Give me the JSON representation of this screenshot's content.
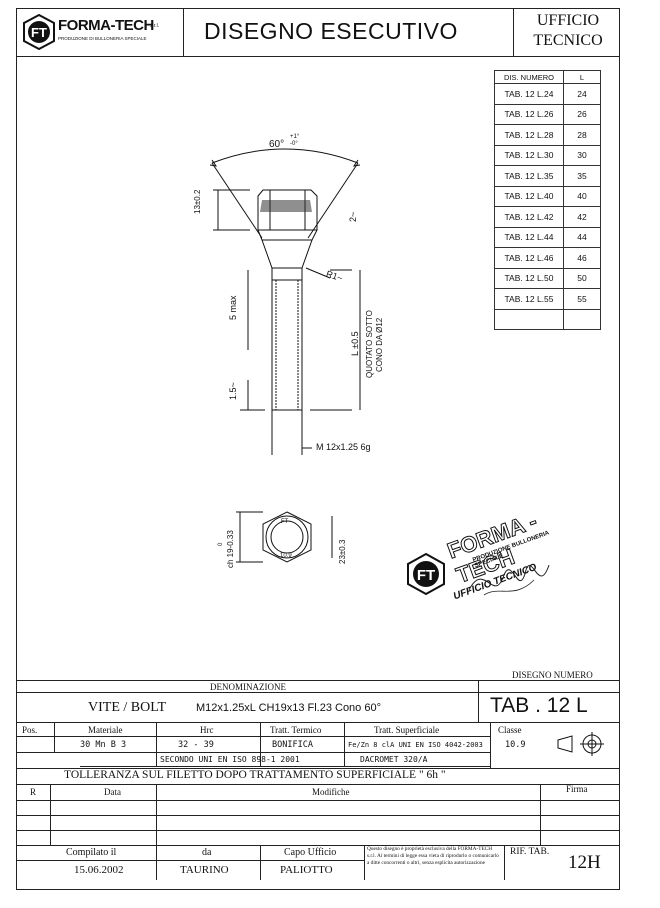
{
  "header": {
    "brand_name": "FORMA-TECH",
    "brand_suffix": "s.r.l.",
    "brand_sub": "PRODUZIONE DI BULLONERIA SPECIALE",
    "title": "DISEGNO ESECUTIVO",
    "office_line1": "UFFICIO",
    "office_line2": "TECNICO"
  },
  "dims_table": {
    "col1": "DIS. NUMERO",
    "col2": "L",
    "rows": [
      {
        "dis": "TAB. 12  L.24",
        "l": "24"
      },
      {
        "dis": "TAB. 12  L.26",
        "l": "26"
      },
      {
        "dis": "TAB. 12  L.28",
        "l": "28"
      },
      {
        "dis": "TAB. 12  L.30",
        "l": "30"
      },
      {
        "dis": "TAB. 12  L.35",
        "l": "35"
      },
      {
        "dis": "TAB. 12  L.40",
        "l": "40"
      },
      {
        "dis": "TAB. 12  L.42",
        "l": "42"
      },
      {
        "dis": "TAB. 12  L.44",
        "l": "44"
      },
      {
        "dis": "TAB. 12  L.46",
        "l": "46"
      },
      {
        "dis": "TAB. 12  L.50",
        "l": "50"
      },
      {
        "dis": "TAB. 12  L.55",
        "l": "55"
      }
    ]
  },
  "drawing": {
    "angle": "60°",
    "angle_tol_plus": "+1°",
    "angle_tol_minus": "-0°",
    "head_height": "13±0.2",
    "chamfer": "2~",
    "radius": "R1~",
    "max5": "5 max",
    "length": "L ±0.5",
    "quoted_1": "QUOTATO SOTTO",
    "quoted_2": "CONO DA Ø12",
    "thread_end": "1.5~",
    "thread": "M 12x1.25  6g",
    "across_flats": "ch 19-0.33",
    "across_flats_top": "0",
    "diameter": "23±0.3",
    "mark_ft": "FT",
    "mark_grade": "10.9"
  },
  "stamp": {
    "brand": "FORMA - TECH",
    "line1": "PRODUZIONE BULLONERIA SPECIALE",
    "line2": "UFFICIO TECNICO"
  },
  "title_block": {
    "denominazione_label": "DENOMINAZIONE",
    "disegno_numero_label": "DISEGNO NUMERO",
    "name": "VITE / BOLT",
    "spec": "M12x1.25xL   CH19x13   Fl.23   Cono 60°",
    "drawing_no": "TAB . 12 L",
    "pos_label": "Pos.",
    "materiale_label": "Materiale",
    "hrc_label": "Hrc",
    "termico_label": "Tratt. Termico",
    "superficiale_label": "Tratt. Superficiale",
    "classe_label": "Classe",
    "materiale": "30 Mn B 3",
    "hrc": "32  -  39",
    "termico": "BONIFICA",
    "superficiale": "Fe/Zn 8 clA UNI EN ISO 4042-2003",
    "classe": "10.9",
    "norm": "SECONDO UNI EN ISO 898-1  2001",
    "coating": "DACROMET 320/A",
    "tolerance": "TOLLERANZA SUL FILETTO DOPO TRATTAMENTO SUPERFICIALE  \" 6h \"",
    "r_label": "R",
    "data_label": "Data",
    "modifiche_label": "Modifiche",
    "firma_label": "Firma",
    "compilato_label": "Compilato il",
    "compilato": "15.06.2002",
    "da_label": "da",
    "da": "TAURINO",
    "capo_label": "Capo Ufficio",
    "capo": "PALIOTTO",
    "notice": "Questo disegno è proprietà esclusiva della FORMA-TECH s.r.l. Ai termini di legge essa vieta di riprodurlo o comunicarlo a ditte concorrenti o altri, senza esplicita autorizzazione",
    "rif_label": "RIF. TAB.",
    "rif": "12H"
  }
}
